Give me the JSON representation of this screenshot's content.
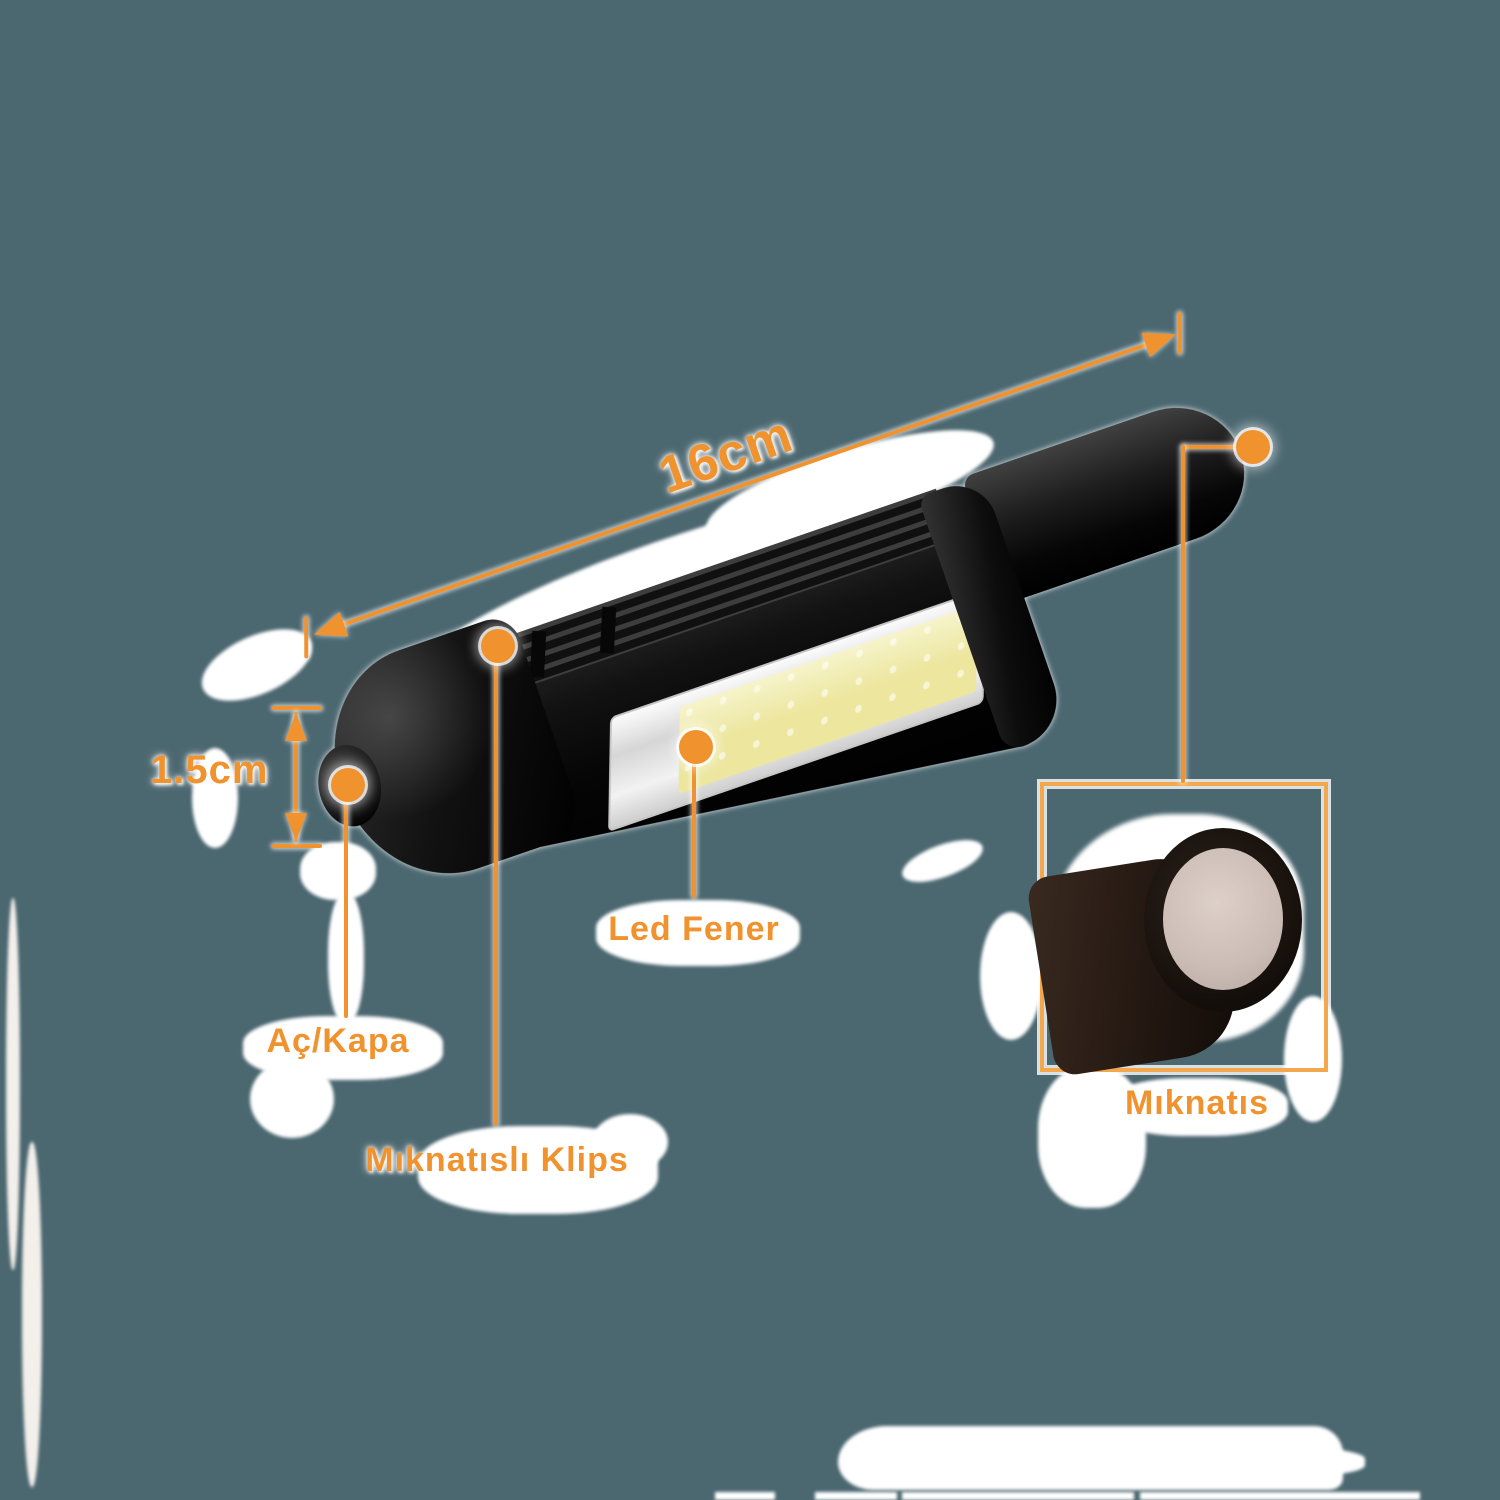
{
  "scene": {
    "background_color": "#4b6770",
    "accent_color": "#f0922e",
    "inset_border_color": "#f3a84e",
    "led_strip_color": "#ece69e",
    "magnet_face_color": "#cbbdb5"
  },
  "annotations": {
    "length_label": "16cm",
    "height_label": "1.5cm",
    "power_label": "Aç/Kapa",
    "clip_label": "Mıknatıslı Klips",
    "led_label": "Led Fener",
    "magnet_label": "Mıknatıs"
  }
}
